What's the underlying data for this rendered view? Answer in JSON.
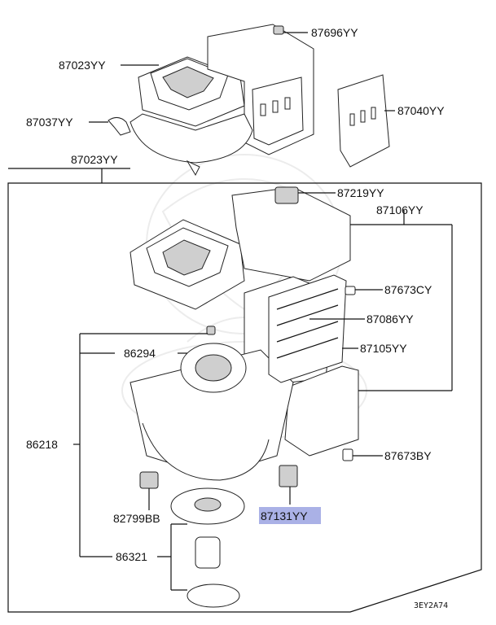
{
  "labels": {
    "p87696": "87696YY",
    "p87023_top": "87023YY",
    "p87037": "87037YY",
    "p87040": "87040YY",
    "p87023_box": "87023YY",
    "p87219": "87219YY",
    "p87106": "87106YY",
    "p87673c": "87673CY",
    "p87086": "87086YY",
    "p86294": "86294",
    "p87105": "87105YY",
    "p86218": "86218",
    "p87673b": "87673BY",
    "p82799": "82799BB",
    "p87131": "87131YY",
    "p86321": "86321"
  },
  "highlight_color": "#aab1e6",
  "diagram_code": "3EY2A74"
}
